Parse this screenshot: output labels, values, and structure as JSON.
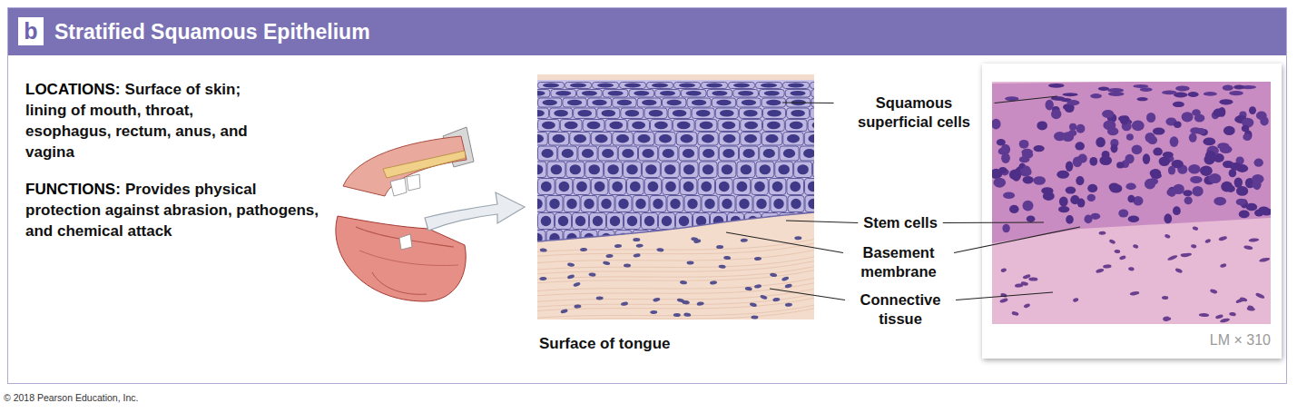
{
  "diagram": {
    "title": "Stratified Squamous Epithelium",
    "caption": "Surface of tongue",
    "labels": [
      "b",
      "LOCATIONS:",
      "Surface of skin; lining of mouth, throat, esophagus, rectum, anus, and vagina",
      "FUNCTIONS:",
      "Provides physical protection against abrasion, pathogens, and chemical attack",
      "Squamous superficial cells",
      "Stem cells",
      "Basement membrane",
      "Connective tissue",
      "LM × 310",
      "© 2018 Pearson Education, Inc."
    ]
  }
}
